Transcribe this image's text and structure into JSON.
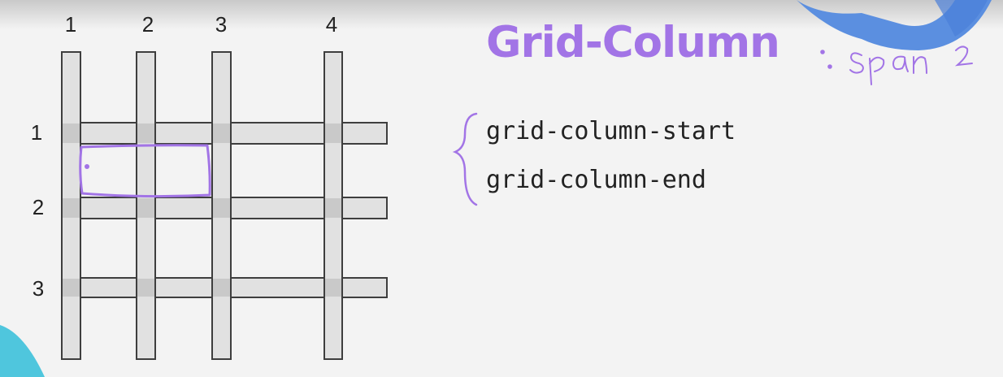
{
  "diagram": {
    "column_lines": [
      "1",
      "2",
      "3",
      "4"
    ],
    "row_lines": [
      "1",
      "2",
      "3"
    ],
    "highlight_color": "#a274e6"
  },
  "title": "Grid-Column",
  "handwritten_note": ": span 2",
  "properties": [
    "grid-column-start",
    "grid-column-end"
  ]
}
